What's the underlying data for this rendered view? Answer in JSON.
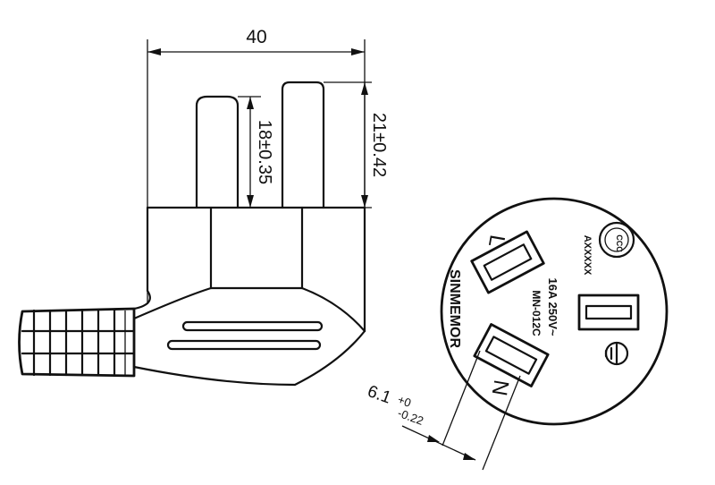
{
  "diagram": {
    "dimensions": {
      "width": "40",
      "pin_length": "18±0.35",
      "pin_height": "21±0.42",
      "pin_thickness_main": "6.1",
      "pin_thickness_tol_upper": "+0",
      "pin_thickness_tol_lower": "-0.22"
    },
    "face": {
      "brand": "SINMEMOR",
      "rating": "16A 250V~",
      "model": "MN-012C",
      "cert_code": "AXXXXX",
      "cert_mark": "CCC",
      "terminal_live": "L",
      "terminal_neutral": "N"
    },
    "icons": [
      "ccc-mark-icon",
      "ground-symbol-icon"
    ]
  }
}
